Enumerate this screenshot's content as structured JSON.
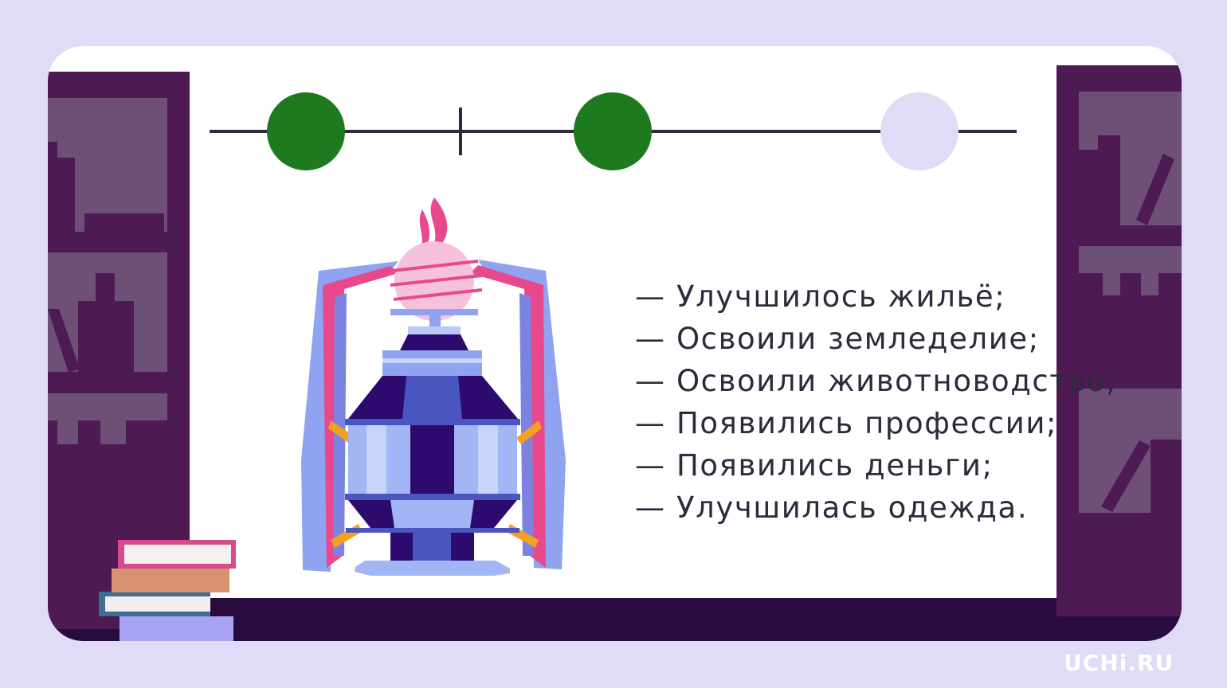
{
  "slide": {
    "timeline": {
      "dots": [
        {
          "state": "done",
          "color": "#1d7a1f"
        },
        {
          "state": "done",
          "color": "#1d7a1f"
        },
        {
          "state": "pending",
          "color": "#e0dcf7"
        }
      ],
      "line_color": "#2e2b40"
    },
    "bullets": [
      "— Улучшилось жильё;",
      "— Освоили земледелие;",
      "— Освоили животноводство;",
      "— Появились профессии;",
      "— Появились деньги;",
      "— Улучшилась одежда."
    ],
    "illustration_icon": "time-machine-icon"
  },
  "branding": {
    "logo": "UCHi.RU"
  },
  "colors": {
    "page_bg": "#e0dcf7",
    "shelf_dark": "#4e1a54",
    "shelf_light": "#6e4f76",
    "floor": "#280c40"
  }
}
